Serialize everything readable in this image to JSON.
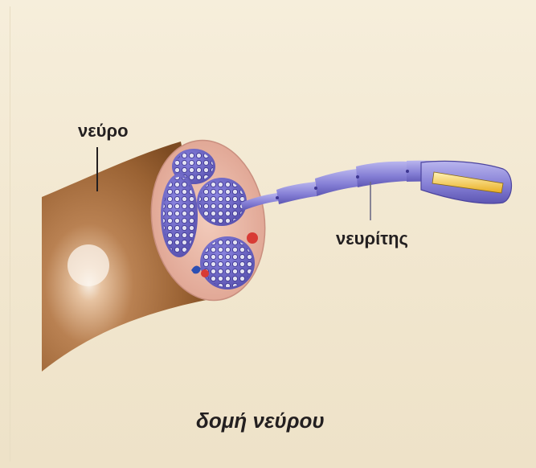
{
  "labels": {
    "nerve": "νεύρο",
    "neurite": "νευρίτης"
  },
  "caption": "δομή νεύρου",
  "colors": {
    "background": "#f4ebd6",
    "nerve_sheath": "#a8703f",
    "nerve_highlight": "#f7eadc",
    "cross_section_outer": "#e9b9a9",
    "fascicle": "#6d66c9",
    "axon": "#e8e8f2",
    "neurite_segment": "#8b86d8",
    "neurite_core": "#f3c13b",
    "blood_vessel": "#d83b35",
    "label_text": "#231f20"
  }
}
